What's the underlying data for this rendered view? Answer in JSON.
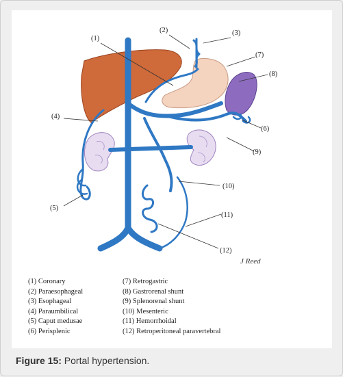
{
  "figure": {
    "callouts": [
      "(1)",
      "(2)",
      "(3)",
      "(4)",
      "(5)",
      "(6)",
      "(7)",
      "(8)",
      "(9)",
      "(10)",
      "(11)",
      "(12)"
    ],
    "signature": "J Reed",
    "legend": [
      "(1) Coronary",
      "(2) Paraesophageal",
      "(3) Esophageal",
      "(4) Paraumbilical",
      "(5) Caput medusae",
      "(6) Perisplenic",
      "(7) Retrogastric",
      "(8) Gastrorenal shunt",
      "(9) Splenorenal shunt",
      "(10) Mesenteric",
      "(11) Hemorrhoidal",
      "(12) Retroperitoneal paravertebral"
    ],
    "colors": {
      "vessel": "#2f78c4",
      "liver": "#cf6a3a",
      "stomach": "#f4d3bf",
      "spleen": "#8d6cc0",
      "kidney": "#d9c7e8"
    }
  },
  "caption": {
    "label": "Figure 15:",
    "text": "Portal hypertension."
  }
}
